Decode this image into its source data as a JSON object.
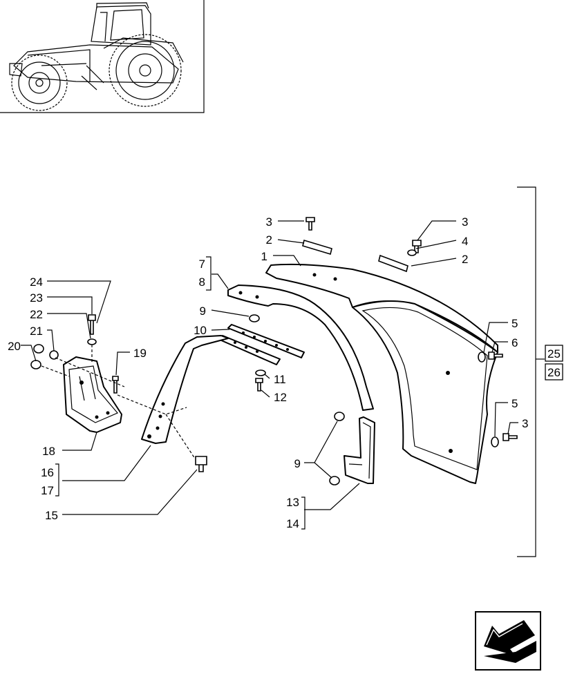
{
  "labels": {
    "l1": "1",
    "l2a": "2",
    "l2b": "2",
    "l3a": "3",
    "l3b": "3",
    "l3c": "3",
    "l4": "4",
    "l5a": "5",
    "l5b": "5",
    "l6": "6",
    "l7": "7",
    "l8": "8",
    "l9a": "9",
    "l9b": "9",
    "l10": "10",
    "l11": "11",
    "l12": "12",
    "l13": "13",
    "l14": "14",
    "l15": "15",
    "l16": "16",
    "l17": "17",
    "l18": "18",
    "l19": "19",
    "l20": "20",
    "l21": "21",
    "l22": "22",
    "l23": "23",
    "l24": "24",
    "l25": "25",
    "l26": "26"
  },
  "icons": {
    "thumbnail": "tractor-thumbnail",
    "navigation": "next-page-arrow-icon"
  }
}
